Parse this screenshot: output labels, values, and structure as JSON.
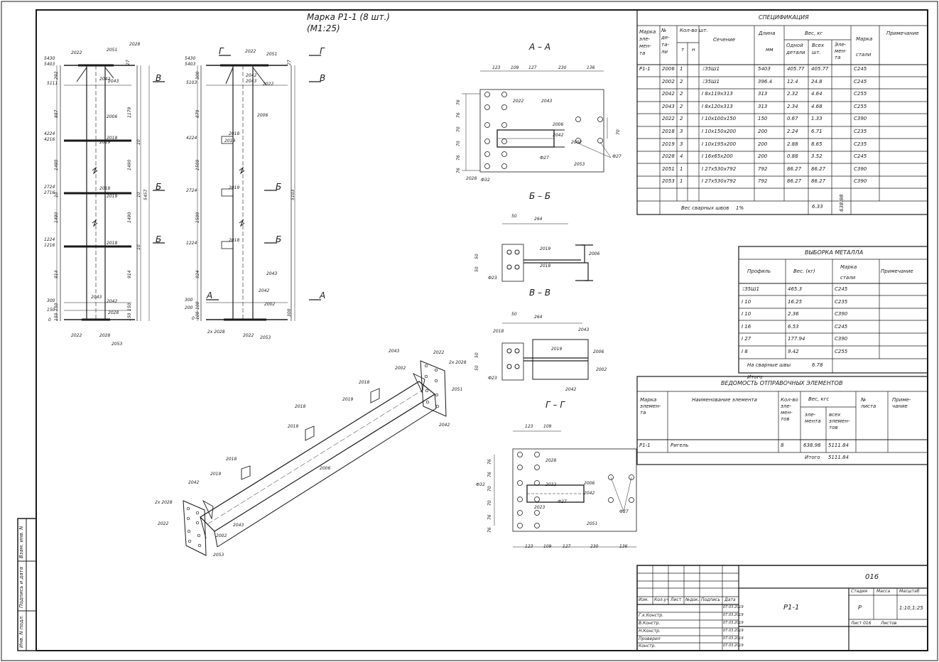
{
  "sheet": {
    "title_line1": "Марка Р1-1 (8 шт.)",
    "title_line2": "(М1:25)"
  },
  "sections": {
    "aa": "А – А",
    "bb": "Б – Б",
    "vv": "В – В",
    "gg": "Г – Г",
    "a": "А",
    "b": "Б",
    "v": "В",
    "g": "Г"
  },
  "elevation_left": {
    "levels": [
      "5430",
      "5403",
      "5111",
      "4224",
      "4216",
      "2724",
      "2716",
      "1224",
      "1216",
      "300",
      "150",
      "0"
    ],
    "dims_left": [
      "292",
      "887",
      "1490",
      "10",
      "1490",
      "914",
      "150",
      "150"
    ],
    "dims_right": [
      "27",
      "1179",
      "10",
      "1490",
      "10",
      "1490",
      "10",
      "914",
      "150",
      "150",
      "5457"
    ],
    "marks": [
      "2022",
      "2051",
      "2028",
      "2043",
      "2042",
      "2006",
      "2018",
      "2019",
      "2018",
      "2019",
      "2018",
      "2043",
      "2042",
      "2028",
      "2022",
      "2028",
      "2053"
    ]
  },
  "elevation_right": {
    "levels": [
      "5430",
      "5403",
      "5103",
      "4224",
      "2724",
      "1224",
      "300",
      "200",
      "0"
    ],
    "dims_left": [
      "300",
      "879",
      "1500",
      "1500",
      "924",
      "100",
      "100"
    ],
    "dims_right": [
      "27",
      "5103",
      "300"
    ],
    "marks": [
      "2022",
      "2051",
      "2043",
      "2042",
      "2022",
      "2006",
      "2018",
      "2019",
      "2019",
      "2018",
      "2043",
      "2042",
      "2002",
      "2x 2028",
      "2022",
      "2053"
    ]
  },
  "view_aa": {
    "dims_top": [
      "123",
      "109",
      "127",
      "230",
      "136"
    ],
    "dims_left": [
      "76",
      "76",
      "70",
      "70",
      "76",
      "76"
    ],
    "dim_right": "70",
    "labels": [
      "2022",
      "2043",
      "2006",
      "2042",
      "2002",
      "2053",
      "2028",
      "Ф27",
      "Ф27",
      "Ф32"
    ]
  },
  "view_bb": {
    "dims": [
      "50",
      "264",
      "50",
      "50"
    ],
    "labels": [
      "2019",
      "2018",
      "2006",
      "Ф23"
    ]
  },
  "view_vv": {
    "dims": [
      "50",
      "264",
      "50",
      "50"
    ],
    "labels": [
      "2018",
      "2043",
      "2019",
      "2006",
      "2002",
      "2042",
      "Ф23"
    ]
  },
  "view_gg": {
    "dims_top": [
      "123",
      "109"
    ],
    "dims_bottom": [
      "123",
      "109",
      "127",
      "230",
      "136"
    ],
    "dims_left": [
      "76",
      "76",
      "70",
      "70",
      "76",
      "76"
    ],
    "labels": [
      "2028",
      "2022",
      "2006",
      "2023",
      "2042",
      "2051",
      "Ф27",
      "Ф27",
      "Ф32"
    ]
  },
  "isometric": {
    "labels": [
      "2043",
      "2002",
      "2022",
      "2x 2028",
      "2051",
      "2042",
      "2018",
      "2019",
      "2018",
      "2019",
      "2006",
      "2018",
      "2019",
      "2042",
      "2x 2028",
      "2022",
      "2043",
      "2002",
      "2053"
    ]
  },
  "spec": {
    "title": "СПЕЦИФИКАЦИЯ",
    "headers": {
      "mark": "Марка эле- мен- та",
      "num": "№ де- та- ли",
      "qty": "Кол-во шт.",
      "qty_t": "т",
      "qty_n": "н",
      "section": "Сечение",
      "length": "Длина",
      "length_unit": "мм",
      "weight": "Вес, кг",
      "weight_one": "Одной детали",
      "weight_all": "Всех шт.",
      "weight_elem": "Эле- мен- та",
      "steel": "Марка стали",
      "note": "Примечание"
    },
    "rows": [
      [
        "Р1-1",
        "2006",
        "1",
        "",
        "⌶35Ш1",
        "5403",
        "405.77",
        "405.77",
        "С245"
      ],
      [
        "",
        "2002",
        "2",
        "",
        "⌶35Ш1",
        "396.4",
        "12.4",
        "24.8",
        "С245"
      ],
      [
        "",
        "2042",
        "2",
        "",
        "I 8x119x313",
        "313",
        "2.32",
        "4.64",
        "С255"
      ],
      [
        "",
        "2043",
        "2",
        "",
        "I 8x120x313",
        "313",
        "2.34",
        "4.68",
        "С255"
      ],
      [
        "",
        "2022",
        "2",
        "",
        "I 10x100x150",
        "150",
        "0.67",
        "1.33",
        "С390"
      ],
      [
        "",
        "2018",
        "3",
        "",
        "I 10x150x200",
        "200",
        "2.24",
        "6.71",
        "С235"
      ],
      [
        "",
        "2019",
        "3",
        "",
        "I 10x195x200",
        "200",
        "2.88",
        "8.65",
        "С235"
      ],
      [
        "",
        "2028",
        "4",
        "",
        "I 16x65x200",
        "200",
        "0.88",
        "3.52",
        "С245"
      ],
      [
        "",
        "2051",
        "1",
        "",
        "I 27x530x792",
        "792",
        "86.27",
        "86.27",
        "С390"
      ],
      [
        "",
        "2053",
        "1",
        "",
        "I 27x530x792",
        "792",
        "86.27",
        "86.27",
        "С390"
      ]
    ],
    "element_weight": "638.98",
    "weld_label": "Вес сварных швов",
    "weld_pct": "1%",
    "weld_value": "6.33"
  },
  "metal": {
    "title": "ВЫБОРКА МЕТАЛЛА",
    "headers": [
      "Профиль",
      "Вес. (кг)",
      "Марка стали",
      "Примечание"
    ],
    "rows": [
      [
        "⌶35Ш1",
        "465.3",
        "С245"
      ],
      [
        "I 10",
        "16.25",
        "С235"
      ],
      [
        "I 10",
        "2.36",
        "С390"
      ],
      [
        "I 16",
        "6.53",
        "С245"
      ],
      [
        "I 27",
        "177.94",
        "С390"
      ],
      [
        "I 8",
        "9.42",
        "С255"
      ]
    ],
    "weld_label": "На сварные швы",
    "weld_value": "6.78",
    "total_label": "Итого"
  },
  "dispatch": {
    "title": "ВЕДОМОСТЬ ОТПРАВОЧНЫХ ЭЛЕМЕНТОВ",
    "headers": {
      "mark": "Марка элемен- та",
      "name": "Наименование элемента",
      "qty": "Кол-во эле- мен- тов",
      "weight": "Вес, кгс",
      "weight_el": "эле- мента",
      "weight_all": "всех элемен- тов",
      "sheet": "№ листа",
      "note": "Приме- чание"
    },
    "row": [
      "Р1-1",
      "Ригель",
      "8",
      "638.98",
      "5111.84"
    ],
    "total_label": "Итого",
    "total_value": "5111.84"
  },
  "titleblock": {
    "code": "016",
    "name": "Р1-1",
    "col_headers": [
      "Изм.",
      "Кол.уч",
      "Лист",
      "№док.",
      "Подпись",
      "Дата"
    ],
    "roles": [
      "Г.к.Констр.",
      "В.Констр.",
      "Н.Констр.",
      "Проверил",
      "Констр."
    ],
    "dates": [
      "07.03.2019",
      "07.03.2019",
      "07.03.2019",
      "07.03.2019",
      "07.03.2019",
      "07.03.2019"
    ],
    "stage_label": "Стадия",
    "mass_label": "Масса",
    "scale_label": "Масштаб",
    "stage": "Р",
    "scale": "1:10,1:25",
    "sheet_label": "Лист 016",
    "sheets_label": "Листов"
  },
  "stamp": {
    "inv": "Инв. N подл.",
    "sign": "Подпись и дата",
    "replace": "Взам. инв. N"
  }
}
